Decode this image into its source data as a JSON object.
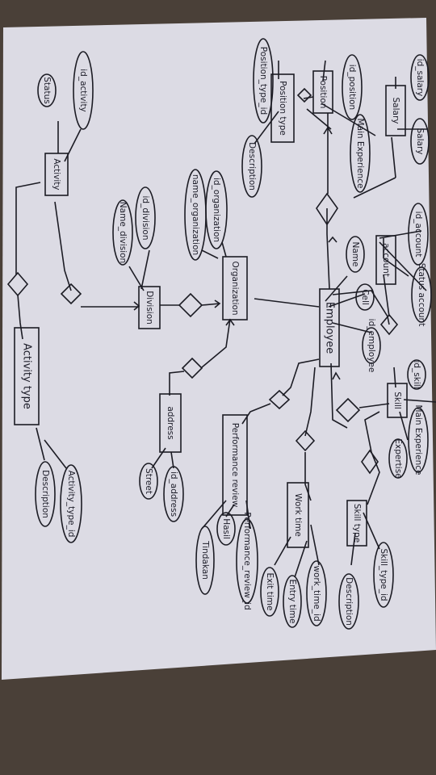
{
  "entities": {
    "employee": "Employee",
    "account": "account",
    "skill": "Skill",
    "skill_type": "Skill type",
    "work_time": "Work time",
    "performance_review": "Performance review",
    "address": "address",
    "organization": "Organization",
    "division": "Division",
    "activity": "Activity",
    "activity_type": "Activity type",
    "position": "Position",
    "position_type": "Position type",
    "salary": "Salary"
  },
  "attributes": {
    "employee_id": "id_employee",
    "employee_name": "Name",
    "employee_cell": "Cell",
    "account_id": "id_account",
    "account_status": "Status account",
    "skill_id": "id_skill",
    "skill_experience": "Main Experience",
    "skill_expertise": "Expertise",
    "skill_type_id": "Skill_type_id",
    "skill_type_description": "Description",
    "work_time_id": "work_time_id",
    "entry_time": "Entry time",
    "exit_time": "Exit time",
    "performance_review_id": "Performance_review_id",
    "performance_hasil": "Hasil",
    "performance_tindakan": "Tindakan",
    "address_id": "id_address",
    "address_street": "Street",
    "organization_id": "id_organization",
    "organization_name": "name_organization",
    "division_id": "id_division",
    "division_name": "Name_division",
    "activity_id": "id_activity",
    "activity_status": "Status",
    "activity_type_id": "Activity_type_id",
    "activity_type_description": "Description",
    "position_id": "id_position",
    "position_experience": "Main Experience",
    "position_type_id": "Position_type_id",
    "position_type_description": "Description",
    "salary_id": "id_salary",
    "salary_amount": "Salary"
  }
}
